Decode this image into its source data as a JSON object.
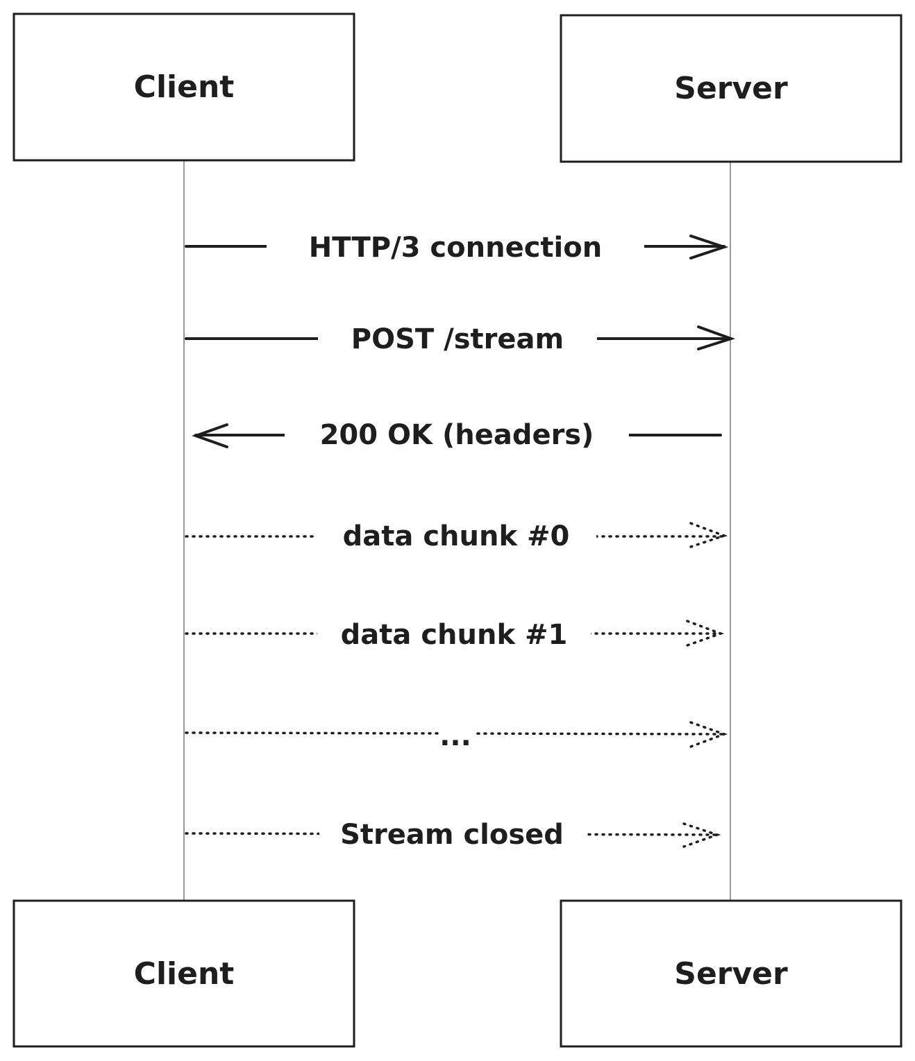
{
  "participants": {
    "client": {
      "top_label": "Client",
      "bottom_label": "Client"
    },
    "server": {
      "top_label": "Server",
      "bottom_label": "Server"
    }
  },
  "messages": [
    {
      "id": "m1",
      "label": "HTTP/3 connection",
      "from": "client",
      "to": "server",
      "style": "solid"
    },
    {
      "id": "m2",
      "label": "POST /stream",
      "from": "client",
      "to": "server",
      "style": "solid"
    },
    {
      "id": "m3",
      "label": "200 OK (headers)",
      "from": "server",
      "to": "client",
      "style": "solid"
    },
    {
      "id": "m4",
      "label": "data chunk #0",
      "from": "client",
      "to": "server",
      "style": "dotted"
    },
    {
      "id": "m5",
      "label": "data chunk #1",
      "from": "client",
      "to": "server",
      "style": "dotted"
    },
    {
      "id": "m6",
      "label": "...",
      "from": "client",
      "to": "server",
      "style": "dotted"
    },
    {
      "id": "m7",
      "label": "Stream closed",
      "from": "client",
      "to": "server",
      "style": "dotted"
    }
  ],
  "colors": {
    "stroke": "#1e1e1e",
    "lifeline": "#9a9a9a",
    "background": "#ffffff"
  }
}
